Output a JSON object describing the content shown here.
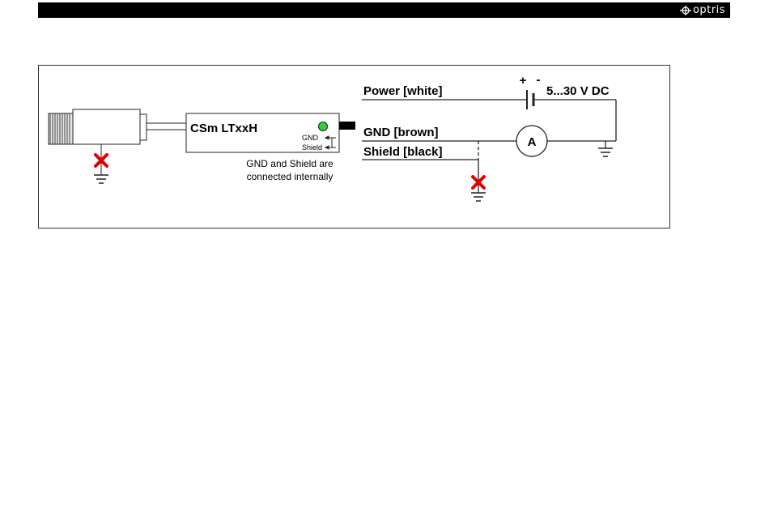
{
  "header": {
    "logo_text": "optris",
    "logo_icon": "optris-logo-icon"
  },
  "diagram": {
    "sensor_label": "CSm LTxxH",
    "gnd_pin_label": "GND",
    "shield_pin_label": "Shield",
    "note_line1": "GND and Shield are",
    "note_line2": "connected internally",
    "power_label": "Power  [white]",
    "gnd_label": "GND  [brown]",
    "shield_label": "Shield  [black]",
    "supply_label": "5...30 V DC",
    "plus_sign": "+",
    "minus_sign": "-",
    "meter_label": "A",
    "led_color": "#2fd02f",
    "no_connection_color": "#e00000"
  }
}
